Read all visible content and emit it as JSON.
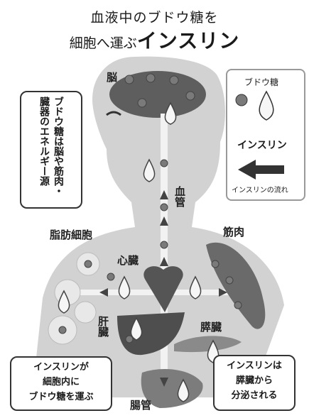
{
  "title": {
    "line1": "血液中のブドウ糖を",
    "line2_prefix": "細胞へ運ぶ",
    "line2_emph": "インスリン"
  },
  "labels": {
    "brain": "脳",
    "blood_vessel": "血管",
    "fat_cells": "脂肪細胞",
    "muscle": "筋肉",
    "heart": "心臓",
    "liver": "肝臓",
    "pancreas": "膵臓",
    "intestine": "腸管"
  },
  "callouts": {
    "glucose_energy": "ブドウ糖は脳や筋肉・臓器のエネルギー源",
    "carry_into_cell": [
      "インスリンが",
      "細胞内に",
      "ブドウ糖を運ぶ"
    ],
    "secreted": [
      "インスリンは",
      "膵臓から",
      "分泌される"
    ]
  },
  "legend": {
    "glucose": "ブドウ糖",
    "insulin": "インスリン",
    "flow": "インスリンの流れ"
  },
  "colors": {
    "body": "#cfcfcf",
    "organ": "#5e5e5e",
    "glucose": "#7a7a7a",
    "bg": "#ffffff"
  }
}
